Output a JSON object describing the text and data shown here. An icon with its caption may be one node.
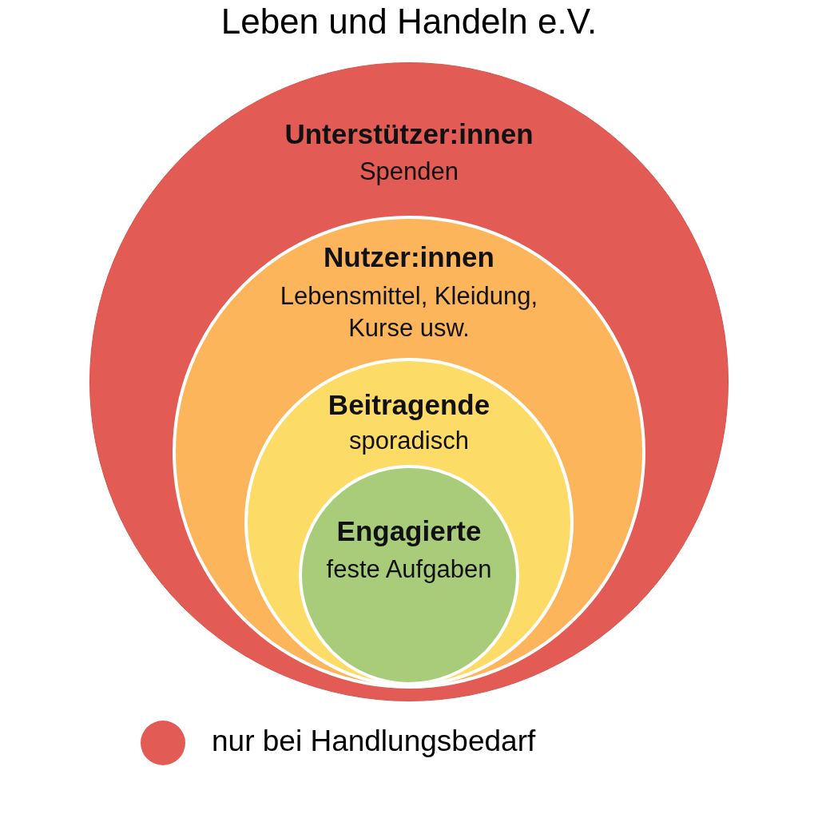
{
  "diagram": {
    "title": "Leben und Handeln e.V.",
    "nodes": [
      {
        "text": [
          "Unterstützer:innen",
          "Spenden"
        ]
      },
      {
        "text": [
          "Nutzer:innen",
          "Lebensmittel, Kleidung, Kurse usw."
        ],
        "in": 0
      },
      {
        "text": [
          "Beitragende",
          "sporadisch"
        ],
        "in": 1
      },
      {
        "text": [
          "Engagierte",
          "feste Aufgaben"
        ],
        "in": 2
      }
    ],
    "legend": [
      {
        "text": "nur bei Handlungsbedarf",
        "color": "#e25c55"
      }
    ]
  }
}
